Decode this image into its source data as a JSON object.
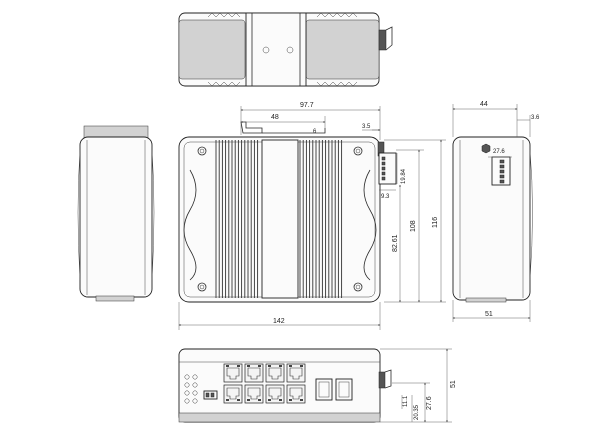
{
  "dimensions": {
    "width_142": "142",
    "width_97_7": "97.7",
    "rail_48": "48",
    "offset_6": "6",
    "offset_3_5": "3.5",
    "term_19_84": "19.84",
    "term_9_3": "9.3",
    "h_82_61": "82.61",
    "h_108": "108",
    "h_116": "116",
    "depth_44": "44",
    "offset_3_6": "3.6",
    "term_27_6_side": "27.6",
    "depth_51": "51",
    "f_51": "51",
    "f_27_6": "27.6",
    "f_20_35": "20.35",
    "f_11_1": "11.1"
  }
}
